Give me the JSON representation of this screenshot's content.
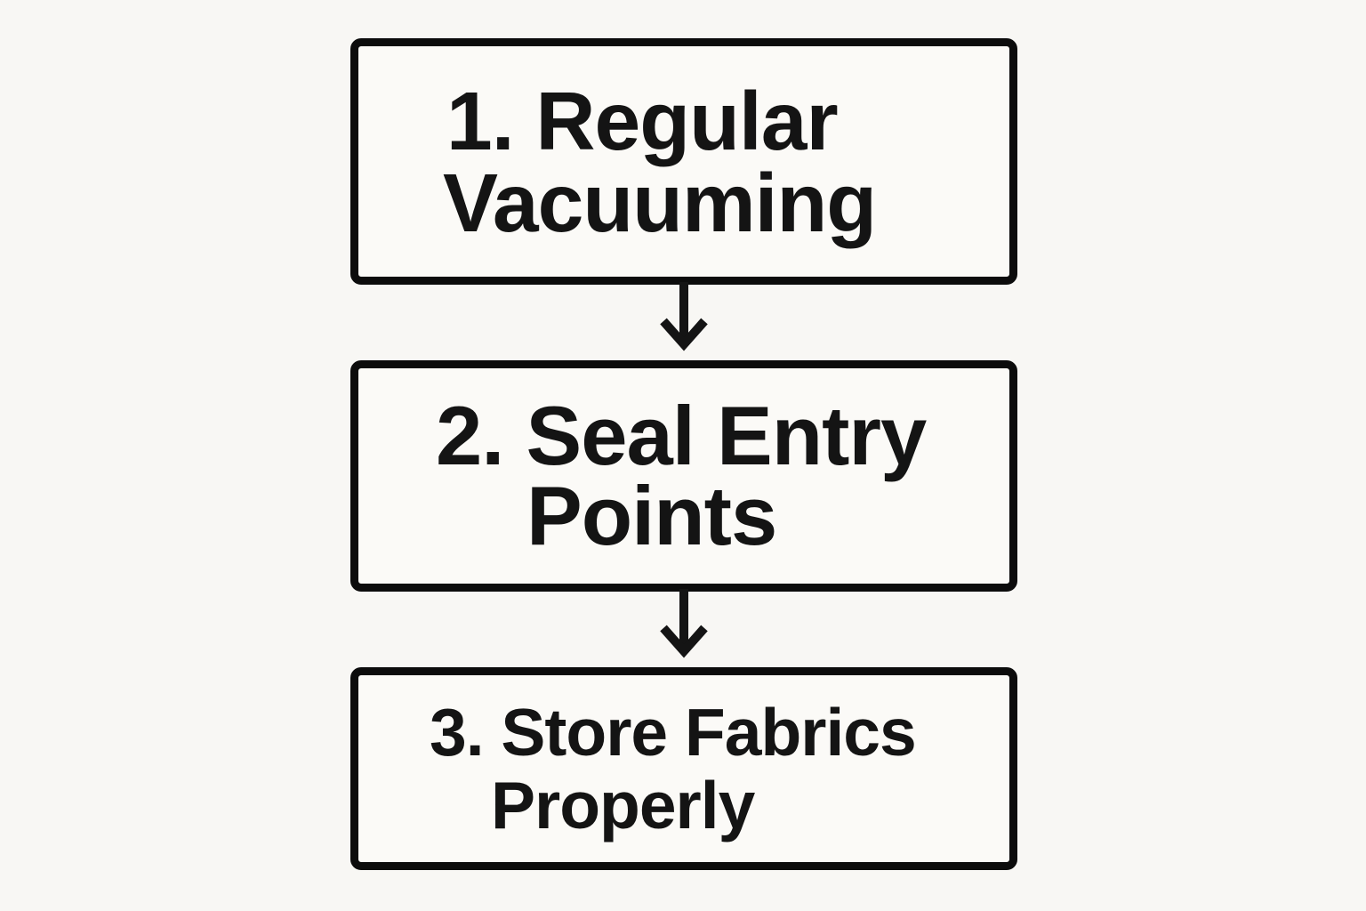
{
  "flowchart": {
    "colors": {
      "background": "#f8f7f4",
      "box_fill": "#fbfaf7",
      "border": "#0c0c0c",
      "text": "#141414",
      "arrow": "#141414"
    },
    "steps": [
      {
        "label": "1. Regular Vacuuming",
        "lines": [
          "1. Regular",
          "Vacuuming"
        ]
      },
      {
        "label": "2. Seal Entry Points",
        "lines": [
          "2. Seal Entry",
          "Points"
        ]
      },
      {
        "label": "3. Store Fabrics Properly",
        "lines": [
          "3. Store Fabrics",
          "Properly"
        ]
      }
    ],
    "connectors": [
      {
        "icon": "arrow-down-icon"
      },
      {
        "icon": "arrow-down-icon"
      }
    ]
  }
}
